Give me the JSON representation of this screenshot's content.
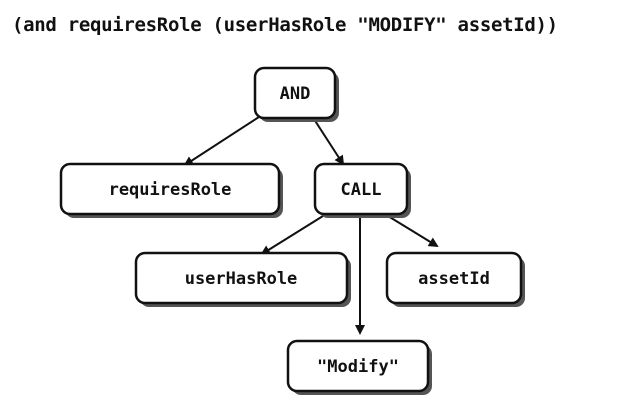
{
  "expression": "(and requiresRole (userHasRole \"MODIFY\" assetId))",
  "nodes": {
    "and": "AND",
    "requires_role": "requiresRole",
    "call": "CALL",
    "user_has_role": "userHasRole",
    "asset_id": "assetId",
    "modify": "\"Modify\""
  },
  "colors": {
    "stroke": "#111111",
    "fill": "#ffffff",
    "shadow": "#555555"
  }
}
